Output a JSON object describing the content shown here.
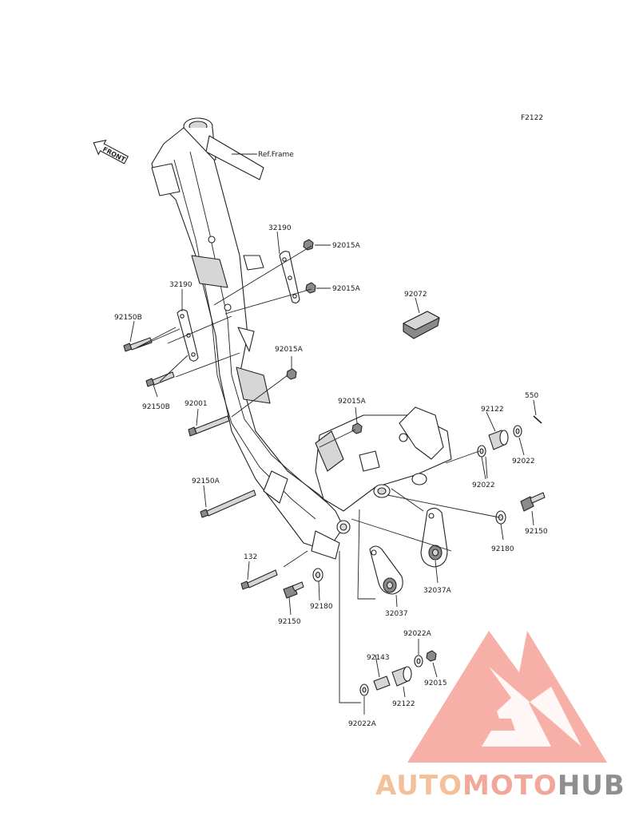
{
  "diagram": {
    "code": "F2122",
    "direction_label": "FRONT",
    "ref_label": "Ref.Frame"
  },
  "callouts": {
    "c_32190_top": "32190",
    "c_92015A_1": "92015A",
    "c_92015A_2": "92015A",
    "c_32190_left": "32190",
    "c_92150B_top": "92150B",
    "c_92015A_3": "92015A",
    "c_92150B_bot": "92150B",
    "c_92001": "92001",
    "c_92015A_4": "92015A",
    "c_92072": "92072",
    "c_550": "550",
    "c_92122_right": "92122",
    "c_92022_r1": "92022",
    "c_92022_r2": "92022",
    "c_92150_right": "92150",
    "c_92150A": "92150A",
    "c_92180_right": "92180",
    "c_132": "132",
    "c_32037A": "32037A",
    "c_92180_left": "92180",
    "c_92150_left": "92150",
    "c_32037": "32037",
    "c_92022A_top": "92022A",
    "c_92143": "92143",
    "c_92015": "92015",
    "c_92122_bot": "92122",
    "c_92022A_bot": "92022A"
  },
  "watermark": {
    "part1": "AUTO",
    "part2": "MOTO",
    "part3": "HUB",
    "colors": {
      "auto": "#f3c09a",
      "moto": "#f1a79a",
      "hub": "#8f8f8f",
      "logo": "#f29a8f"
    }
  }
}
